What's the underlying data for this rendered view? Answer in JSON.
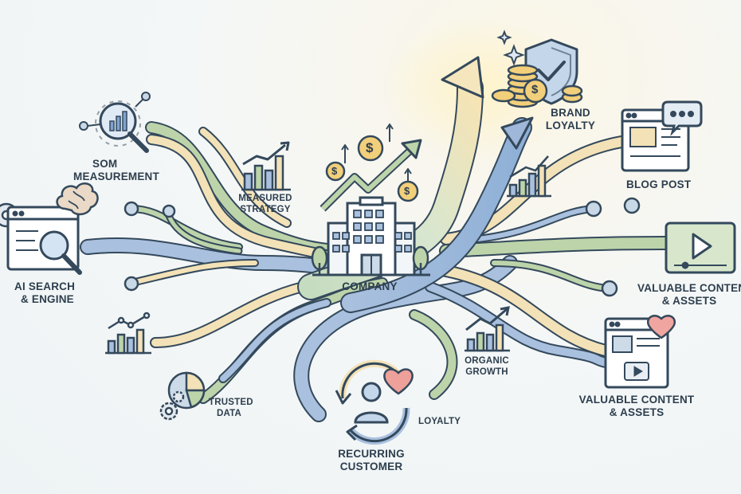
{
  "labels": {
    "som": {
      "line1": "SoM",
      "line2": "MEASUREMENT"
    },
    "ai": {
      "line1": "AI SEARCH",
      "line2": "& ENGINE"
    },
    "measured": {
      "line1": "MEASURED",
      "line2": "STRATEGY"
    },
    "company": "COMPANY",
    "brand": {
      "line1": "BRAND",
      "line2": "LOYALTY"
    },
    "blog": "BLOG POST",
    "valuable_top": {
      "line1": "VALUABLE CONTENT",
      "line2": "& ASSETS"
    },
    "valuable_bottom": {
      "line1": "VALUABLE CONTENT",
      "line2": "& ASSETS"
    },
    "organic": {
      "line1": "ORGANIC",
      "line2": "GROWTH"
    },
    "trusted": {
      "line1": "TRUSTED",
      "line2": "DATA"
    },
    "loyalty": "LOYALTY",
    "recurring": {
      "line1": "RECURRING",
      "line2": "CUSTOMER"
    }
  },
  "symbols": {
    "currency": "$"
  },
  "colors": {
    "ink": "#34495c",
    "stream_blue": "#9fb7d8",
    "stream_green": "#b9d2a6",
    "stream_cream": "#f3e2b7",
    "accent_gold": "#f2cf7a",
    "accent_heart": "#e98a84",
    "panel_fill": "#ffffff"
  },
  "icons": [
    "magnifier-chart-icon",
    "browser-search-icon",
    "brain-icon",
    "gear-icon",
    "bar-chart-icon",
    "growth-arrow-icon",
    "dollar-coin-icon",
    "building-icon",
    "tree-icon",
    "shield-check-icon",
    "coin-stack-icon",
    "sparkle-icon",
    "blog-window-icon",
    "chat-bubble-icon",
    "video-play-icon",
    "heart-window-icon",
    "pie-chart-icon",
    "person-icon",
    "heart-icon",
    "cycle-arrows-icon"
  ]
}
